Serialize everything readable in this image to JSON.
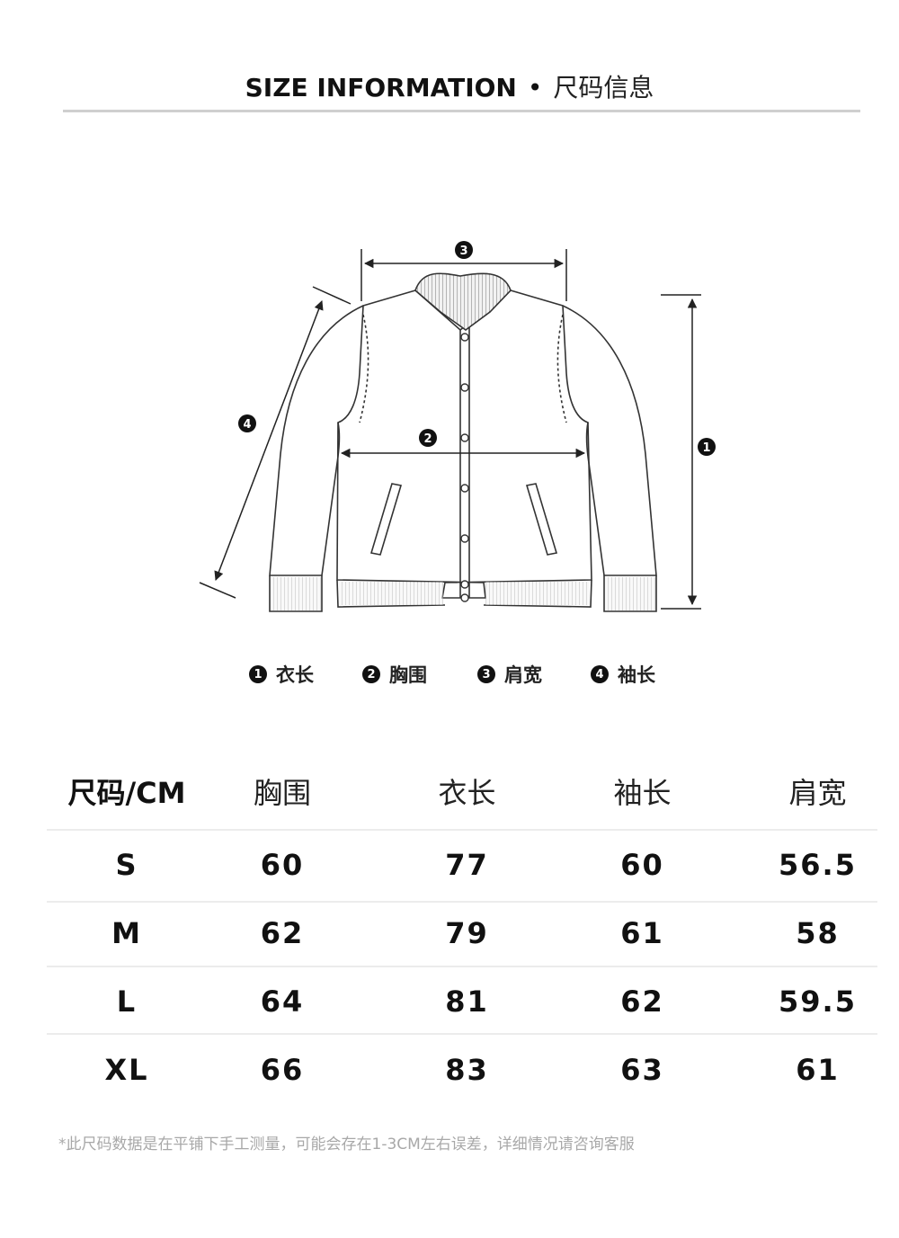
{
  "header": {
    "title_en": "SIZE INFORMATION",
    "separator": "•",
    "title_cn": "尺码信息"
  },
  "diagram": {
    "markers": [
      "1",
      "2",
      "3",
      "4"
    ]
  },
  "legend": [
    {
      "num": "1",
      "label": "衣长"
    },
    {
      "num": "2",
      "label": "胸围"
    },
    {
      "num": "3",
      "label": "肩宽"
    },
    {
      "num": "4",
      "label": "袖长"
    }
  ],
  "table": {
    "headers": [
      "尺码/CM",
      "胸围",
      "衣长",
      "袖长",
      "肩宽"
    ],
    "rows": [
      [
        "S",
        "60",
        "77",
        "60",
        "56.5"
      ],
      [
        "M",
        "62",
        "79",
        "61",
        "58"
      ],
      [
        "L",
        "64",
        "81",
        "62",
        "59.5"
      ],
      [
        "XL",
        "66",
        "83",
        "63",
        "61"
      ]
    ]
  },
  "note": "*此尺码数据是在平铺下手工测量，可能会存在1-3CM左右误差，详细情况请咨询客服"
}
